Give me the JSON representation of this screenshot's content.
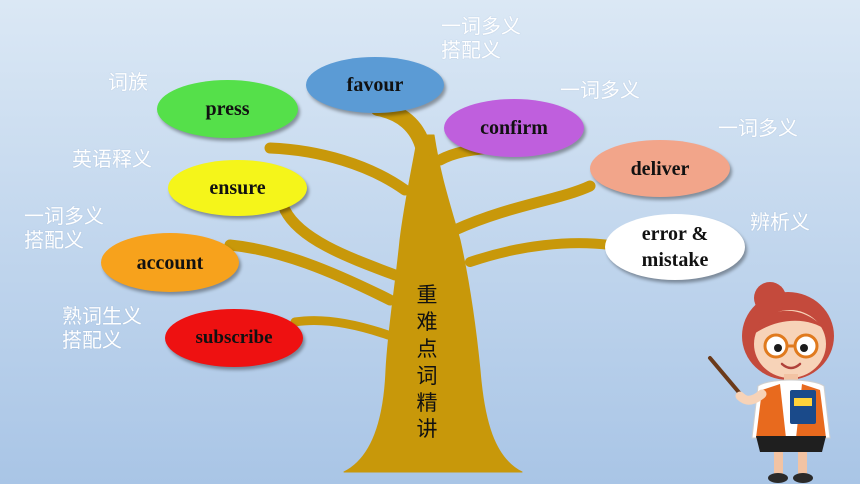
{
  "title": "重难点词精讲",
  "words": {
    "favour": "favour",
    "press": "press",
    "confirm": "confirm",
    "ensure": "ensure",
    "deliver": "deliver",
    "account": "account",
    "error_mistake": "error & mistake",
    "subscribe": "subscribe"
  },
  "notes": {
    "favour": "一词多义\n搭配义",
    "press": "词族",
    "confirm": "一词多义",
    "ensure": "英语释义",
    "deliver": "一词多义",
    "account": "一词多义\n搭配义",
    "error_mistake": "辨析义",
    "subscribe": "熟词生义\n搭配义"
  },
  "colors": {
    "trunk": "#c8980a",
    "favour": "#5b9bd5",
    "press": "#55e04a",
    "confirm": "#bf5fdd",
    "ensure": "#f5f51a",
    "deliver": "#f2a58a",
    "account": "#f7a21c",
    "error_mistake": "#ffffff",
    "subscribe": "#ee1111"
  },
  "illustration": "teacher-with-pointer-and-book"
}
